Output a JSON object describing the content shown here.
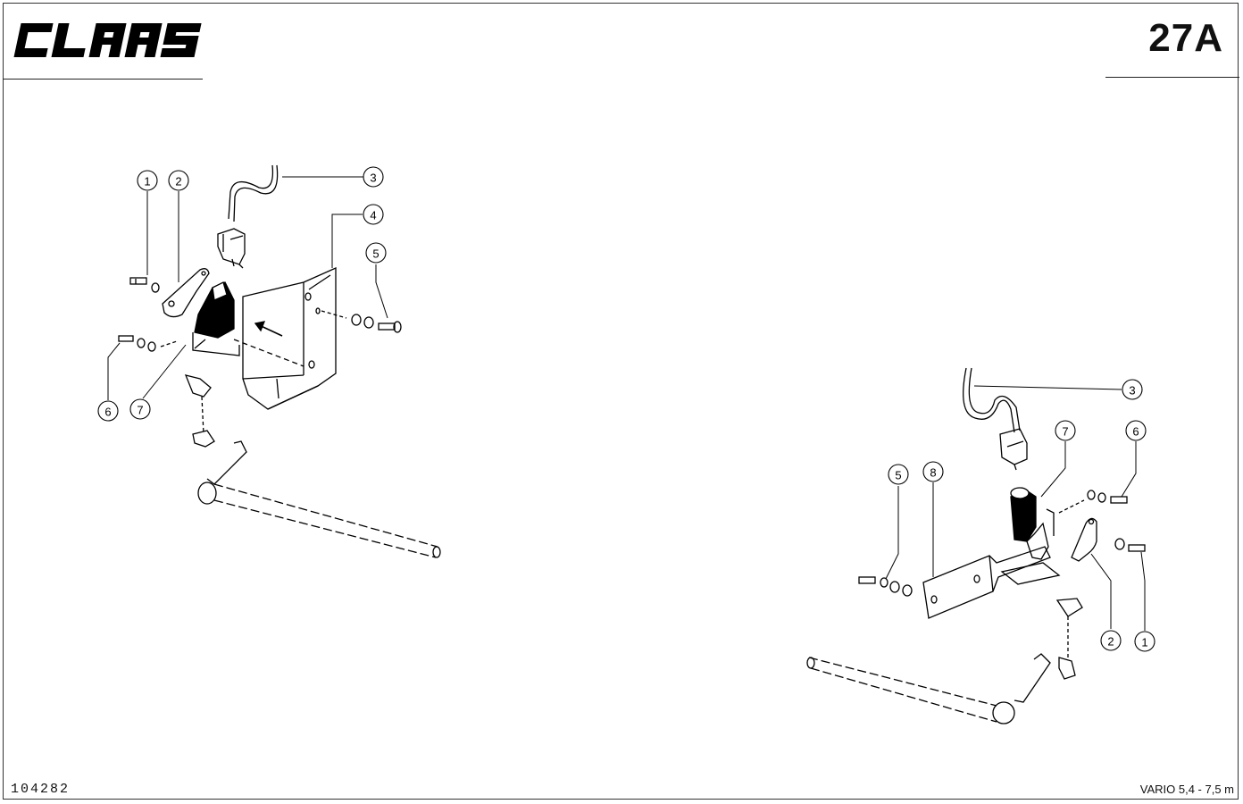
{
  "brand": {
    "logo_text": "CLAAS"
  },
  "header": {
    "page_number": "27A"
  },
  "footer": {
    "document_number": "104282",
    "model": "VARIO 5,4 - 7,5 m"
  },
  "callouts": {
    "left": [
      "1",
      "2",
      "3",
      "4",
      "5",
      "6",
      "7"
    ],
    "right": [
      "1",
      "2",
      "3",
      "5",
      "6",
      "7",
      "8"
    ]
  }
}
